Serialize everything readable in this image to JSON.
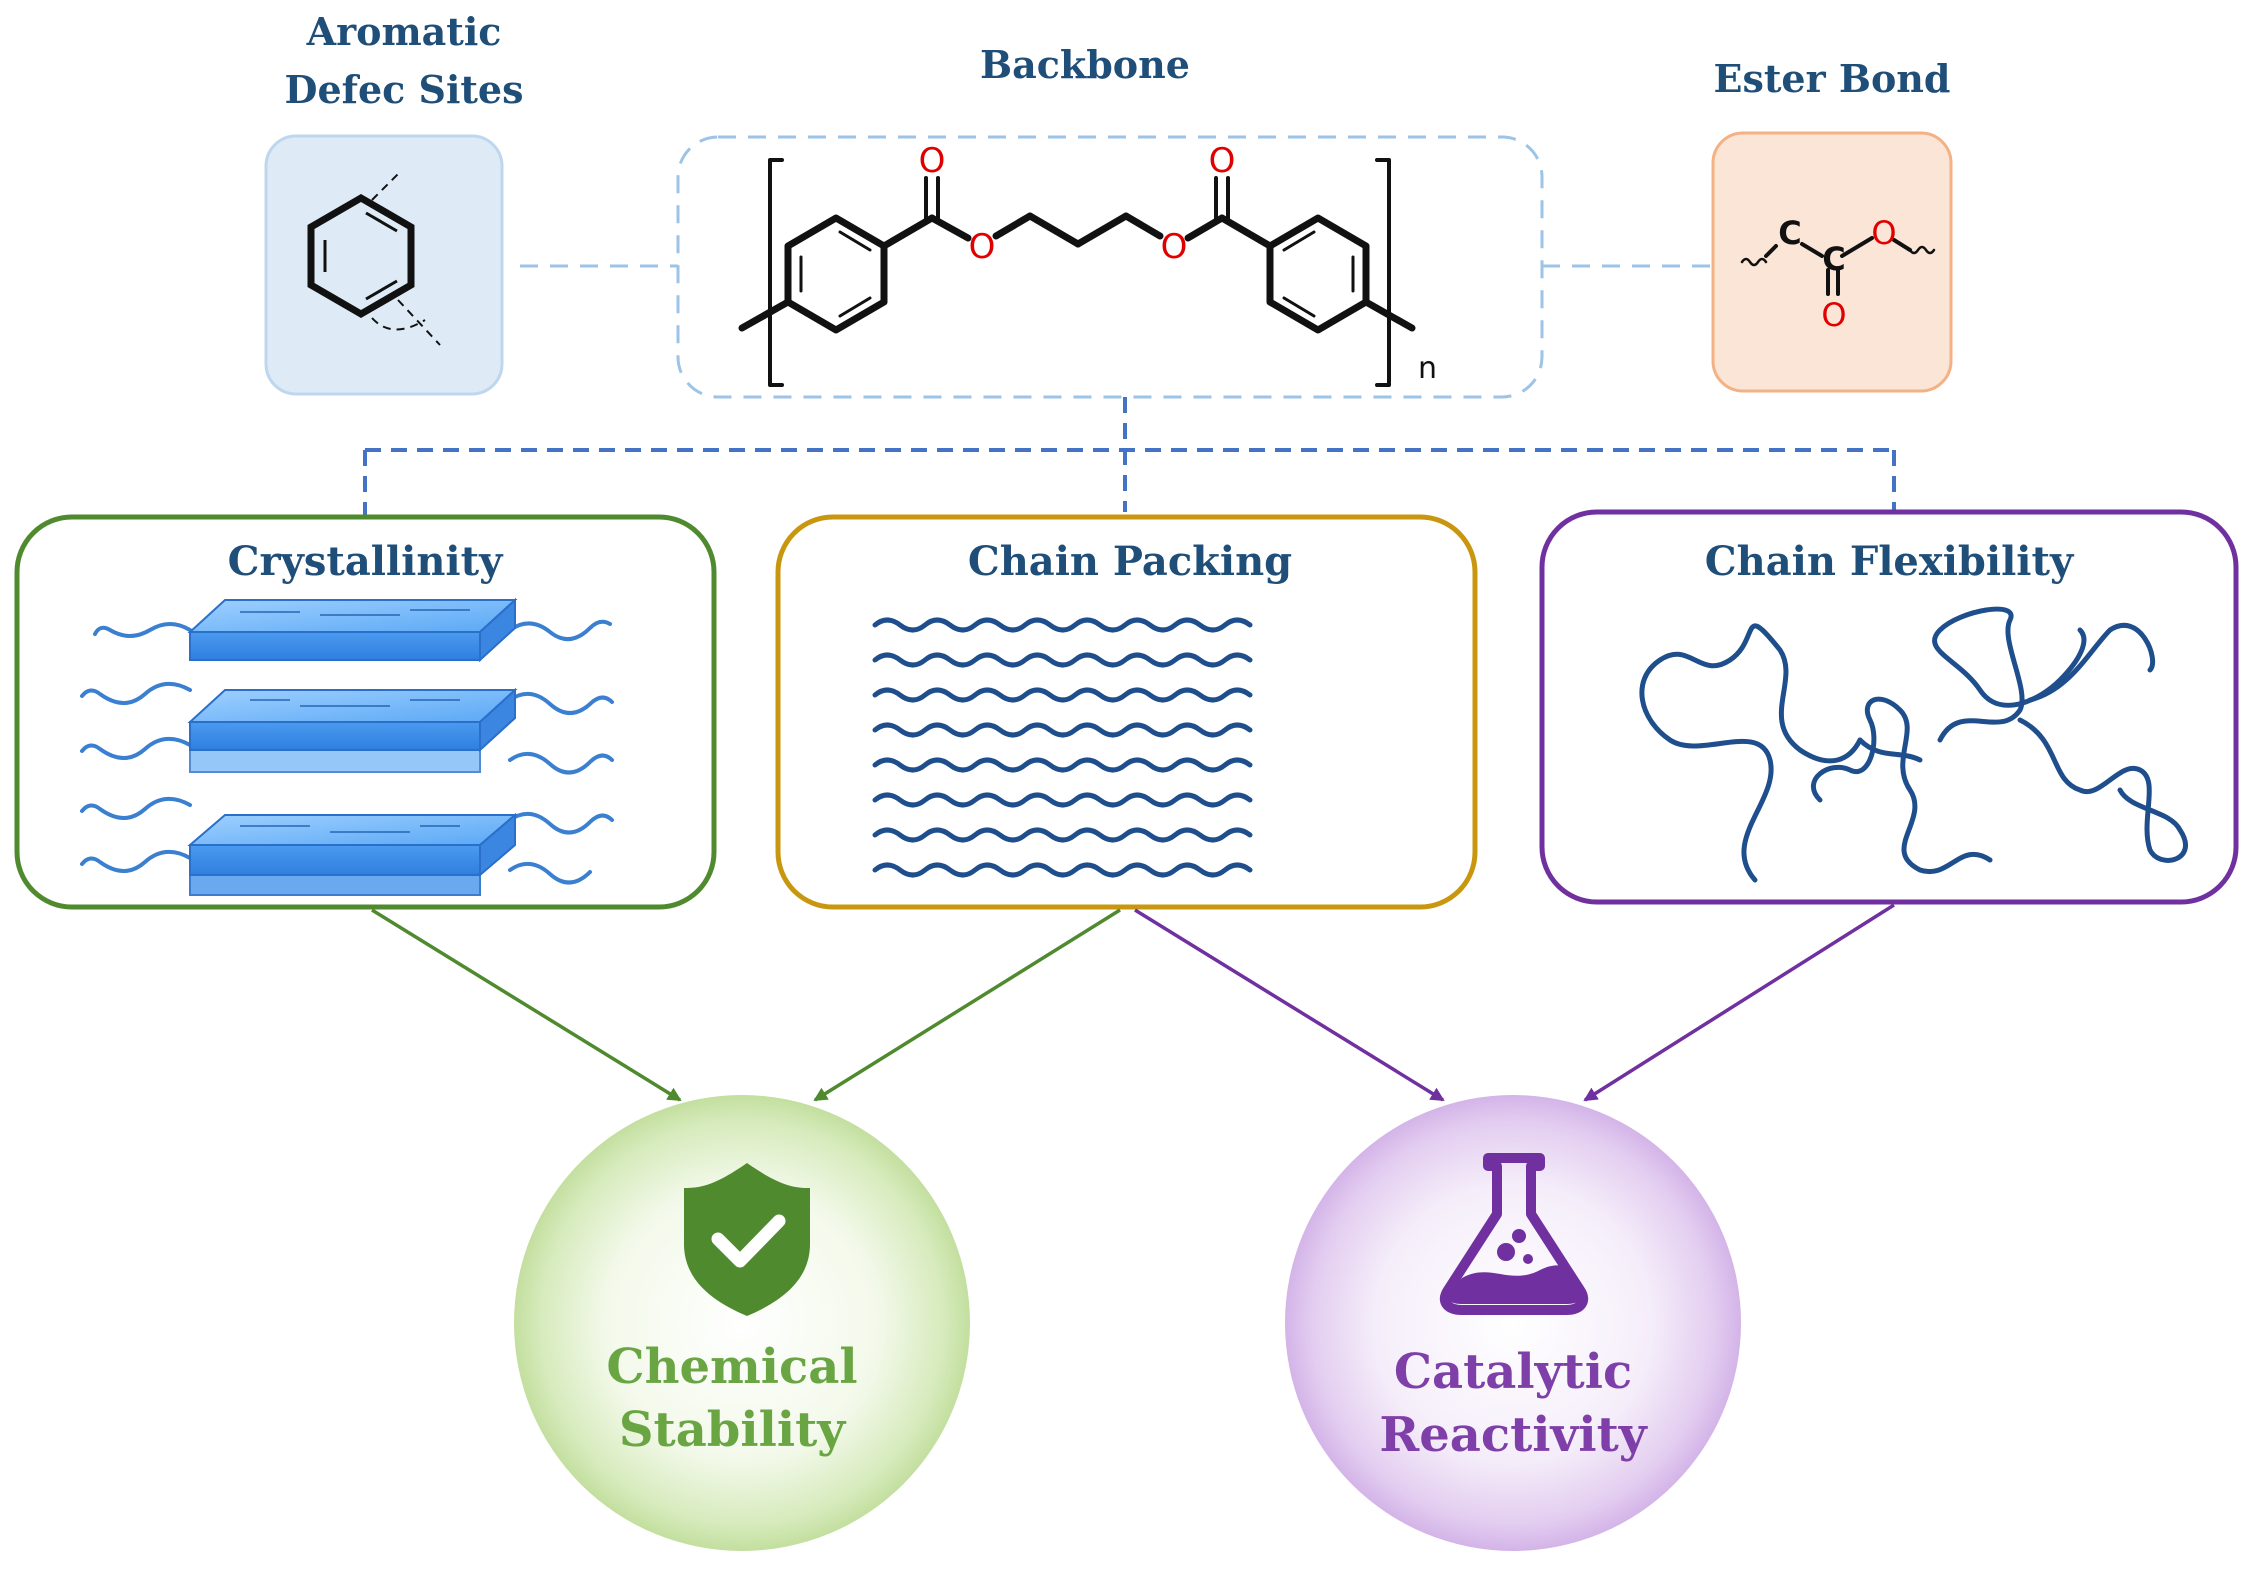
{
  "top": {
    "aromatic_title_line1": "Aromatic",
    "aromatic_title_line2": "Defec Sites",
    "backbone_title": "Backbone",
    "ester_title": "Ester Bond",
    "repeat_subscript": "n",
    "atoms": {
      "oxygen": "O",
      "carbon": "C"
    }
  },
  "middle": {
    "crystallinity_title": "Crystallinity",
    "packing_title": "Chain Packing",
    "flexibility_title": "Chain Flexibility"
  },
  "bottom": {
    "stability_line1": "Chemical",
    "stability_line2": "Stability",
    "reactivity_line1": "Catalytic",
    "reactivity_line2": "Reactivity"
  },
  "colors": {
    "title_blue": "#1f4e79",
    "green": "#4f8a2e",
    "gold": "#c9970f",
    "purple": "#7030a0",
    "dashed_blue": "#4472c4",
    "light_dash": "#9dc3e6",
    "oxygen_red": "#e00000",
    "aromatic_fill": "#deebf7",
    "ester_fill": "#fbe5d6",
    "stability_text": "#6aa543",
    "reactivity_text": "#7f3fa8"
  },
  "icons": {
    "stability": "shield-check-icon",
    "reactivity": "flask-icon"
  }
}
